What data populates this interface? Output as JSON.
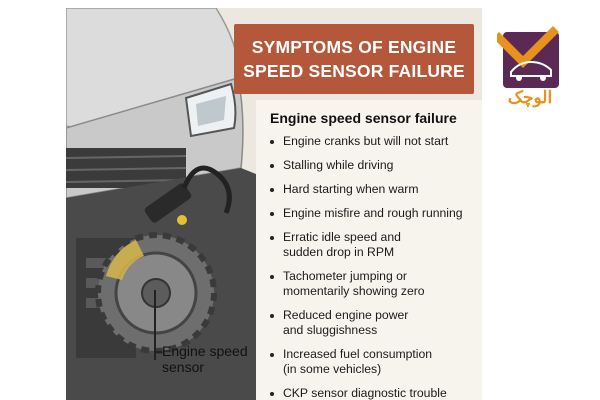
{
  "title": {
    "line1": "SYMPTOMS OF ENGINE",
    "line2": "SPEED SENSOR FAILURE"
  },
  "card": {
    "heading": "Engine speed sensor failure",
    "items": [
      "Engine cranks but will not start",
      "Stalling while driving",
      "Hard starting when warm",
      "Engine misfire and rough running",
      "Erratic idle speed and\nsudden drop in RPM",
      "Tachometer jumping or\nmomentarily showing zero",
      "Reduced engine power\nand sluggishness",
      "Increased fuel consumption\n(in some vehicles)",
      "CKP sensor diagnostic trouble"
    ]
  },
  "callout": {
    "label": "Engine speed\nsensor"
  },
  "logo": {
    "text": "الوچک"
  },
  "colors": {
    "banner": "#b5573a",
    "logo_orange": "#e8921d",
    "logo_purple": "#5a2a55",
    "panel": "#ece7df"
  }
}
